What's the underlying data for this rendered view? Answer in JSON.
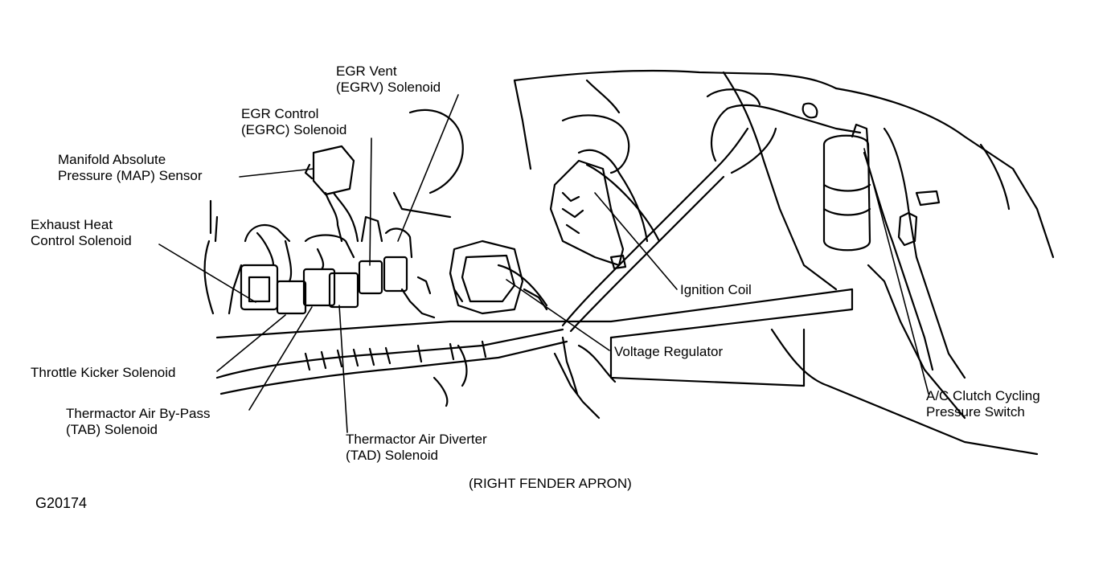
{
  "labels": {
    "egr_vent": [
      "EGR Vent",
      "(EGRV) Solenoid"
    ],
    "egr_control": [
      "EGR Control",
      "(EGRC) Solenoid"
    ],
    "map_sensor": [
      "Manifold Absolute",
      "Pressure (MAP) Sensor"
    ],
    "exhaust_heat": [
      "Exhaust Heat",
      "Control Solenoid"
    ],
    "throttle_kicker": "Throttle Kicker Solenoid",
    "tab": [
      "Thermactor Air By-Pass",
      "(TAB) Solenoid"
    ],
    "tad": [
      "Thermactor Air Diverter",
      "(TAD) Solenoid"
    ],
    "ignition_coil": "Ignition Coil",
    "voltage_regulator": "Voltage Regulator",
    "ac_clutch": [
      "A/C Clutch Cycling",
      "Pressure Switch"
    ]
  },
  "caption": "(RIGHT FENDER APRON)",
  "figure_id": "G20174"
}
